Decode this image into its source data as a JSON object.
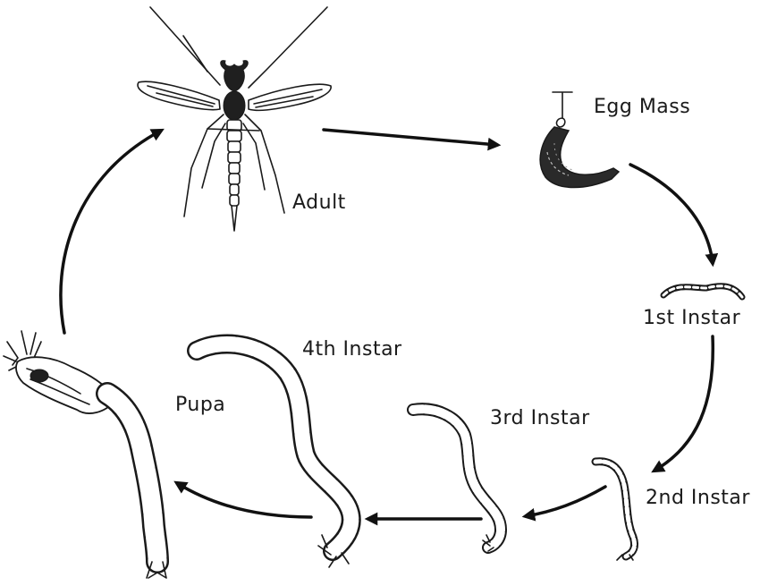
{
  "diagram": {
    "stages": {
      "adult": "Adult",
      "egg_mass": "Egg Mass",
      "instar_1": "1st Instar",
      "instar_2": "2nd Instar",
      "instar_3": "3rd Instar",
      "instar_4": "4th Instar",
      "pupa": "Pupa"
    }
  },
  "colors": {
    "ink": "#1a1a1a",
    "background": "#ffffff"
  }
}
